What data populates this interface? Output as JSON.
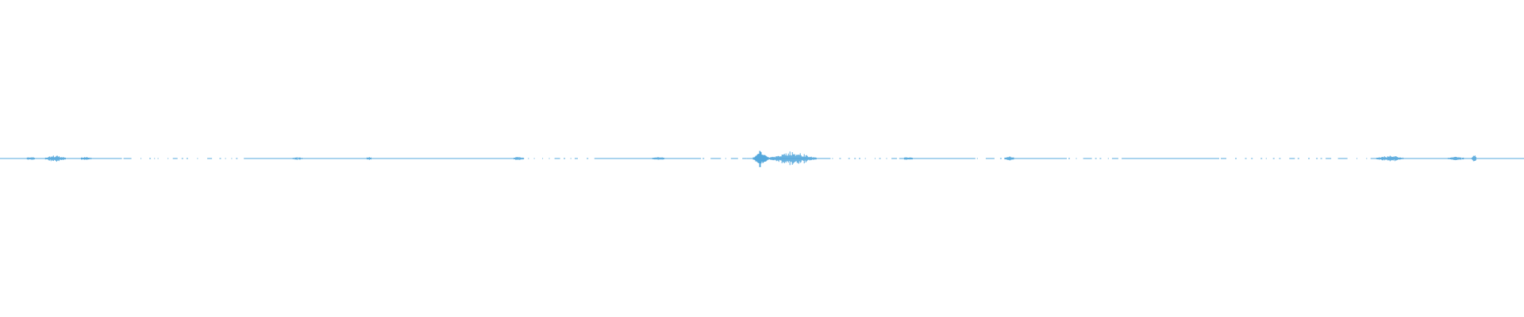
{
  "waveform": {
    "color": "#55a8dc",
    "background": "#ffffff",
    "segments": [
      {
        "type": "line",
        "start": 0.0,
        "end": 0.08
      },
      {
        "type": "dots",
        "start": 0.08,
        "end": 0.16
      },
      {
        "type": "line",
        "start": 0.16,
        "end": 0.34
      },
      {
        "type": "dots",
        "start": 0.34,
        "end": 0.39
      },
      {
        "type": "line",
        "start": 0.39,
        "end": 0.46
      },
      {
        "type": "dots",
        "start": 0.46,
        "end": 0.49
      },
      {
        "type": "line",
        "start": 0.49,
        "end": 0.545
      },
      {
        "type": "dots",
        "start": 0.545,
        "end": 0.59
      },
      {
        "type": "line",
        "start": 0.59,
        "end": 0.64
      },
      {
        "type": "dots",
        "start": 0.64,
        "end": 0.66
      },
      {
        "type": "line",
        "start": 0.66,
        "end": 0.7
      },
      {
        "type": "dots",
        "start": 0.7,
        "end": 0.736
      },
      {
        "type": "line",
        "start": 0.736,
        "end": 0.8
      },
      {
        "type": "dots",
        "start": 0.8,
        "end": 0.9
      },
      {
        "type": "line",
        "start": 0.9,
        "end": 1.0
      }
    ],
    "bursts": [
      {
        "center": 0.02,
        "width": 0.01,
        "amplitude": 0.12
      },
      {
        "center": 0.036,
        "width": 0.016,
        "amplitude": 0.3
      },
      {
        "center": 0.056,
        "width": 0.012,
        "amplitude": 0.1
      },
      {
        "center": 0.195,
        "width": 0.01,
        "amplitude": 0.1
      },
      {
        "center": 0.242,
        "width": 0.006,
        "amplitude": 0.14
      },
      {
        "center": 0.34,
        "width": 0.01,
        "amplitude": 0.14
      },
      {
        "center": 0.432,
        "width": 0.01,
        "amplitude": 0.16
      },
      {
        "center": 0.499,
        "width": 0.01,
        "amplitude": 1.0
      },
      {
        "center": 0.52,
        "width": 0.032,
        "amplitude": 0.7
      },
      {
        "center": 0.595,
        "width": 0.012,
        "amplitude": 0.1
      },
      {
        "center": 0.662,
        "width": 0.008,
        "amplitude": 0.22
      },
      {
        "center": 0.912,
        "width": 0.02,
        "amplitude": 0.28
      },
      {
        "center": 0.955,
        "width": 0.014,
        "amplitude": 0.16
      },
      {
        "center": 0.967,
        "width": 0.003,
        "amplitude": 0.55
      }
    ]
  }
}
